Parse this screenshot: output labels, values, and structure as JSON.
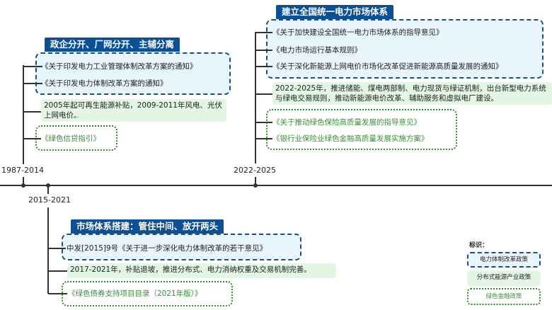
{
  "timeline": {
    "periods": [
      "1987-2014",
      "2015-2021",
      "2022-2025"
    ]
  },
  "stage1": {
    "title": "政企分开、厂网分开、主辅分离",
    "reform_policies": [
      "《关于印发电力工业管理体制改革方案的通知》",
      "《关于印发电力体制改革方案的通知》"
    ],
    "industry_policy": "2005年起可再生能源补贴，2009-2011年风电、光伏上网电价。",
    "green_finance": [
      "《绿色信贷指引》"
    ]
  },
  "stage2": {
    "title": "市场体系搭建：管住中间、放开两头",
    "reform_policies": [
      "中发[2015]9号《关于进一步深化电力体制改革的若干意见》"
    ],
    "industry_policy": "2017-2021年，补贴退坡，推进分布式、电力消纳权重及交易机制完善。",
    "green_finance": [
      "《绿色债券支持项目目录（2021年版）》"
    ]
  },
  "stage3": {
    "title": "建立全国统一电力市场体系",
    "reform_policies": [
      "《关于加快建设全国统一电力市场体系的指导意见》",
      "《电力市场运行基本规则》",
      "《关于深化新能源上网电价市场化改革促进新能源高质量发展的通知》"
    ],
    "industry_policy": "2022-2025年，推进储能、煤电两部制、电力现货与绿证机制，出台新型电力系统与绿电交易规则，推动新能源电价改革、辅助服务和虚拟电厂建设。",
    "green_finance": [
      "《关于推动绿色保险高质量发展的指导意见》",
      "《银行业保险业绿色金融高质量发展实施方案》"
    ]
  },
  "legend": {
    "title": "标识：",
    "items": [
      "电力体制改革政策",
      "分布式能源产业政策",
      "绿色金融政策"
    ]
  },
  "colors": {
    "header": "#0b4f94",
    "reform_border": "#1d4e7e",
    "reform_fill": "#e9f5fd",
    "industry_fill": "#e3f6e3",
    "finance_border": "#2e8b2e"
  }
}
